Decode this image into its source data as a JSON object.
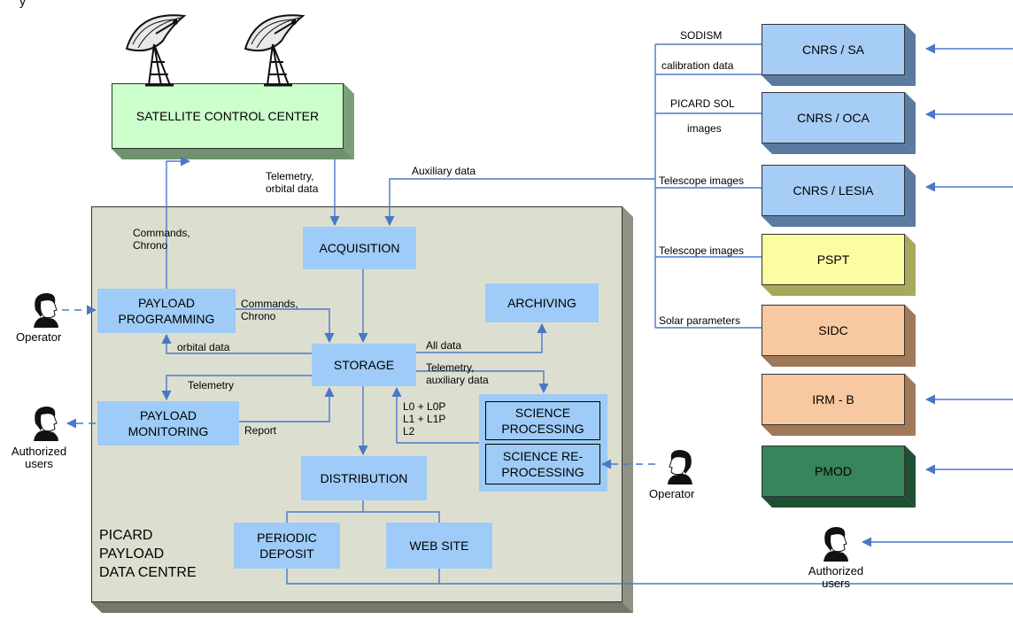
{
  "top_fragment": "y",
  "nodes": {
    "satellite_control_center": "SATELLITE CONTROL CENTER",
    "acquisition": "ACQUISITION",
    "payload_programming": "PAYLOAD\nPROGRAMMING",
    "archiving": "ARCHIVING",
    "storage": "STORAGE",
    "payload_monitoring": "PAYLOAD\nMONITORING",
    "science_processing": "SCIENCE\nPROCESSING",
    "science_reprocessing": "SCIENCE RE-\nPROCESSING",
    "distribution": "DISTRIBUTION",
    "periodic_deposit": "PERIODIC\nDEPOSIT",
    "web_site": "WEB SITE",
    "data_centre": "PICARD\nPAYLOAD\nDATA CENTRE"
  },
  "external_sources": [
    {
      "name": "CNRS / SA",
      "color": "#a6cdf6",
      "side": "#5b7aa0"
    },
    {
      "name": "CNRS / OCA",
      "color": "#a6cdf6",
      "side": "#5b7aa0"
    },
    {
      "name": "CNRS / LESIA",
      "color": "#a6cdf6",
      "side": "#5b7aa0"
    },
    {
      "name": "PSPT",
      "color": "#fcfca2",
      "side": "#a8a85a"
    },
    {
      "name": "SIDC",
      "color": "#f8c9a0",
      "side": "#a0785a"
    },
    {
      "name": "IRM - B",
      "color": "#f8c9a0",
      "side": "#a0785a"
    },
    {
      "name": "PMOD",
      "color": "#37855a",
      "side": "#1d4f33"
    }
  ],
  "edge_labels": {
    "telemetry_orbital": "Telemetry,\norbital data",
    "auxiliary_data": "Auxiliary data",
    "commands_chrono_up": "Commands,\nChrono",
    "commands_chrono_right": "Commands,\nChrono",
    "orbital_data": "orbital data",
    "all_data": "All data",
    "telemetry_auxiliary": "Telemetry,\nauxiliary data",
    "telemetry": "Telemetry",
    "report": "Report",
    "levels": "L0 + L0P\nL1 + L1P\nL2",
    "sodism": "SODISM",
    "calibration_data": "calibration data",
    "picard_sol": "PICARD SOL",
    "images": "images",
    "telescope_images_1": "Telescope images",
    "telescope_images_2": "Telescope images",
    "solar_parameters": "Solar parameters"
  },
  "actors": {
    "operator_left": "Operator",
    "authorized_users_left": "Authorized\nusers",
    "operator_right": "Operator",
    "authorized_users_right": "Authorized\nusers"
  },
  "colors": {
    "arrow": "#4a78c8",
    "process_box": "#9ecbf7",
    "scc_box": "#ccffcc",
    "centre_box": "#dcdfd0"
  }
}
